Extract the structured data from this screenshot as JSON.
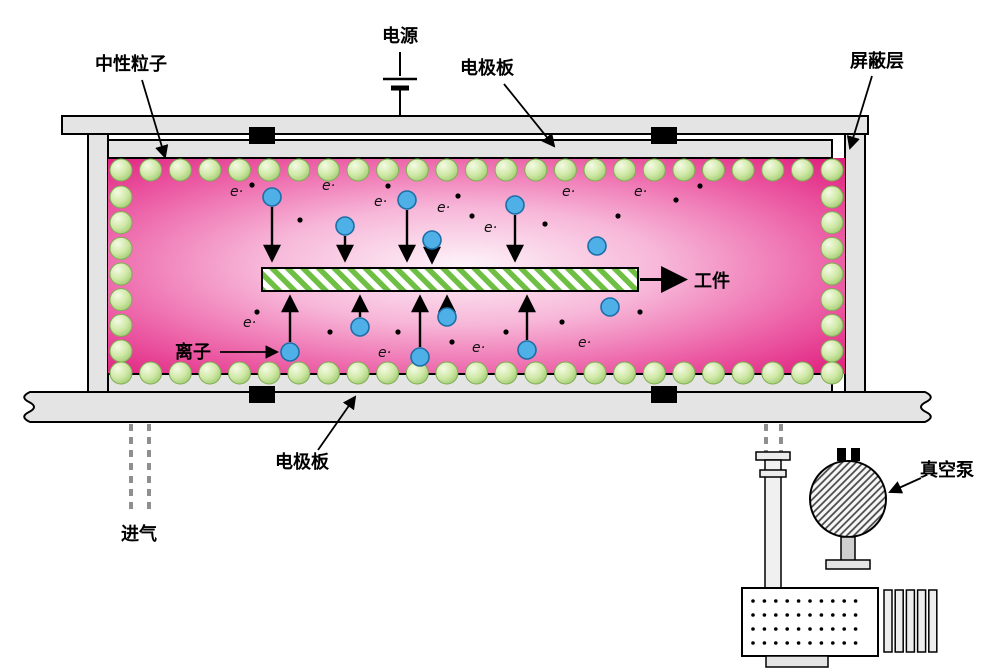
{
  "diagram": {
    "labels": {
      "power": "电源",
      "neutral_particles": "中性粒子",
      "electrode_top": "电极板",
      "shield_layer": "屏蔽层",
      "workpiece": "工件",
      "ion": "离子",
      "electrode_bottom": "电极板",
      "gas_inlet": "进气",
      "vacuum_pump": "真空泵",
      "electron": "e·"
    },
    "colors": {
      "plasma_center": "#fdf4f9",
      "plasma_light": "#f7b6d8",
      "plasma_mid": "#ec5ea6",
      "plasma_edge": "#df1b7b",
      "particle_light": "#f4fbe4",
      "particle_mid": "#cfe8a6",
      "particle_dark": "#9dc96e",
      "ion_fill": "#4fb0e8",
      "ion_stroke": "#1c6fa6",
      "hatch_green": "#6fbf44",
      "metal_fill": "#e4e4e4"
    }
  }
}
